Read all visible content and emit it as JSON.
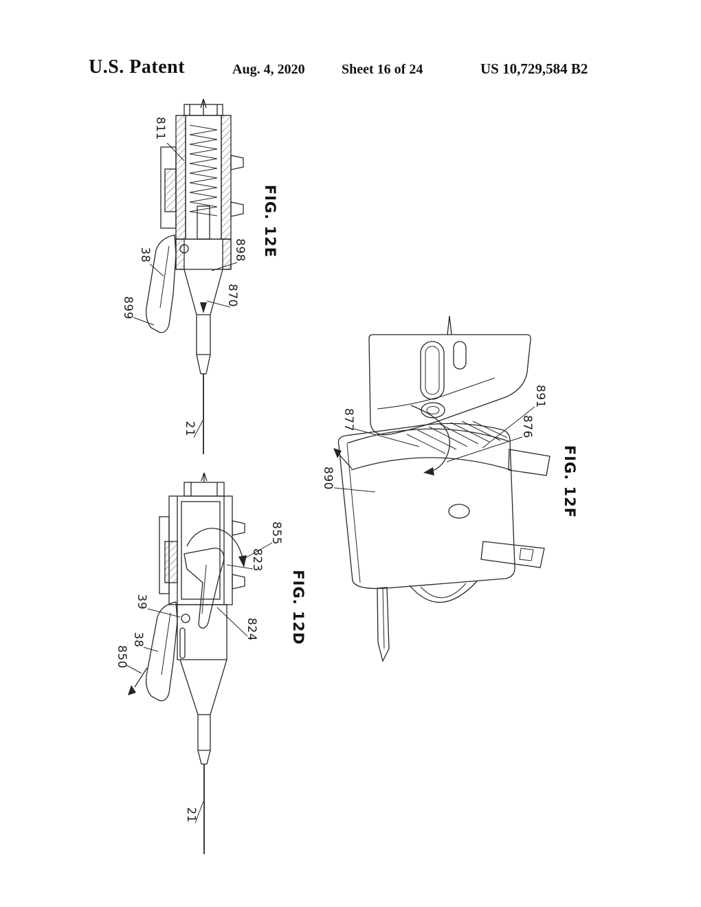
{
  "header": {
    "patent_label": "U.S. Patent",
    "date": "Aug. 4, 2020",
    "sheet": "Sheet 16 of 24",
    "patent_number": "US 10,729,584 B2"
  },
  "figures": {
    "fig12e": {
      "label": "FIG. 12E",
      "callouts": [
        "811",
        "38",
        "899",
        "898",
        "870",
        "21"
      ]
    },
    "fig12d": {
      "label": "FIG. 12D",
      "callouts": [
        "855",
        "823",
        "39",
        "824",
        "38",
        "850",
        "21"
      ]
    },
    "fig12f": {
      "label": "FIG. 12F",
      "callouts": [
        "877",
        "891",
        "876",
        "890"
      ]
    }
  },
  "colors": {
    "ink": "#1c1c1c",
    "background": "#ffffff"
  }
}
